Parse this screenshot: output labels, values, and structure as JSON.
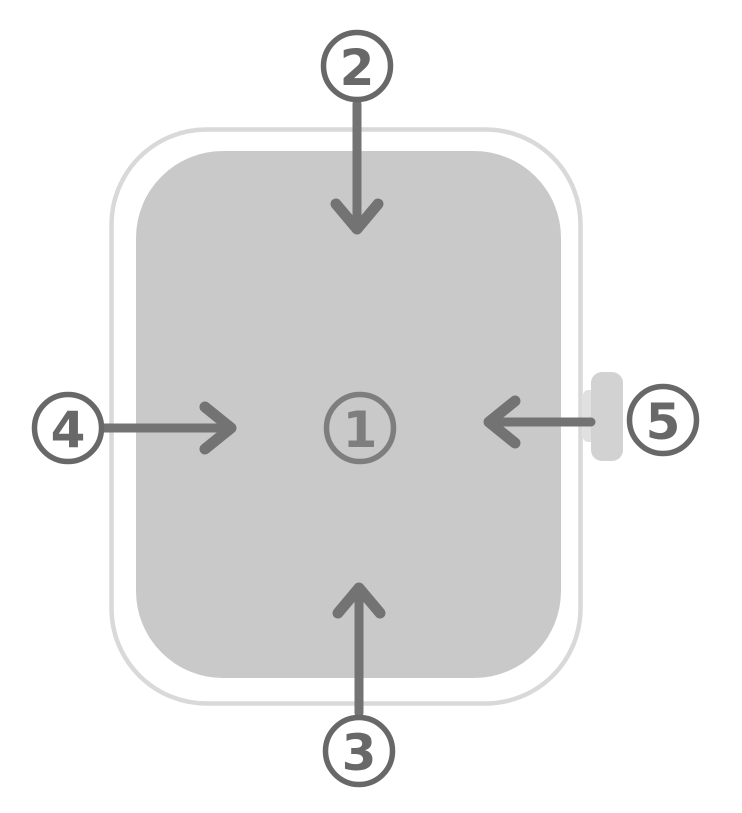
{
  "diagram": {
    "kind": "device-callout-diagram",
    "description": "Rounded-square device with gray screen, right-side button, and five numbered callouts"
  },
  "callouts": {
    "c1": {
      "number": "1"
    },
    "c2": {
      "number": "2"
    },
    "c3": {
      "number": "3"
    },
    "c4": {
      "number": "4"
    },
    "c5": {
      "number": "5"
    }
  },
  "colors": {
    "shell": "#d9d9d9",
    "screen": "#c9c9c9",
    "button": "#d2d2d2",
    "button_stem": "#e0e0e0",
    "ink": "#686868",
    "ink_center": "#7e7e7e",
    "arrow": "#737373",
    "background": "#ffffff"
  }
}
